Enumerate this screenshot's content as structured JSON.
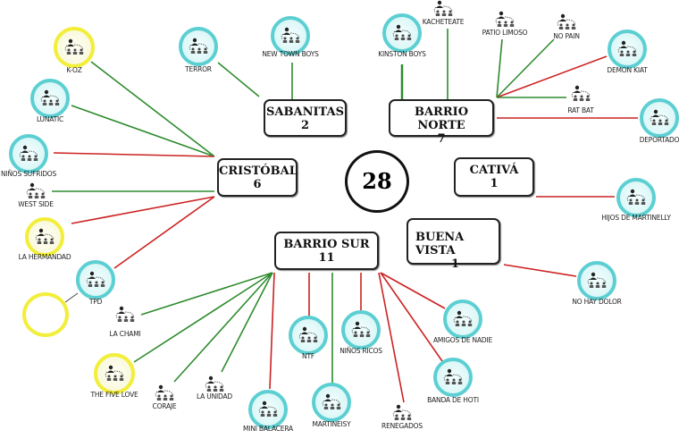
{
  "total": "28",
  "hubs": [
    {
      "id": "sabanitas",
      "name": "SABANITAS",
      "count": "2"
    },
    {
      "id": "barrio_norte",
      "name": "BARRIO NORTE",
      "count": "7"
    },
    {
      "id": "cristobal",
      "name": "CRISTÓBAL",
      "count": "6"
    },
    {
      "id": "cativa",
      "name": "CATIVÁ",
      "count": "1"
    },
    {
      "id": "barrio_sur",
      "name": "BARRIO SUR",
      "count": "11"
    },
    {
      "id": "buena_vista",
      "name": "BUENA VISTA",
      "count": "1"
    }
  ],
  "colors": {
    "alliance": "#2e8b2e",
    "conflict": "#cc2222",
    "cyan": "#5ccfd2",
    "yellow": "#f2ee3a"
  },
  "gangs": [
    {
      "name": "K-OZ",
      "hub": "cristobal",
      "style": "yellow",
      "link": "alliance"
    },
    {
      "name": "LUNATIC",
      "hub": "cristobal",
      "style": "cyan",
      "link": "alliance"
    },
    {
      "name": "NIÑOS SUFRIDOS",
      "hub": "cristobal",
      "style": "cyan",
      "link": "conflict"
    },
    {
      "name": "WEST SIDE",
      "hub": "cristobal",
      "style": "plain",
      "link": "alliance"
    },
    {
      "name": "LA HERMANDAD",
      "hub": "cristobal",
      "style": "yellow",
      "link": "conflict"
    },
    {
      "name": "TPD",
      "hub": "cristobal",
      "style": "cyan",
      "link": "conflict"
    },
    {
      "name": "TERROR",
      "hub": "sabanitas",
      "style": "cyan",
      "link": "alliance"
    },
    {
      "name": "NEW TOWN BOYS",
      "hub": "sabanitas",
      "style": "cyan",
      "link": "alliance"
    },
    {
      "name": "KINSTON BOYS",
      "hub": "barrio_norte",
      "style": "cyan",
      "link": "alliance"
    },
    {
      "name": "KACHETEATE",
      "hub": "barrio_norte",
      "style": "plain",
      "link": "alliance"
    },
    {
      "name": "PATIO LIMOSO",
      "hub": "barrio_norte",
      "style": "plain",
      "link": "alliance"
    },
    {
      "name": "NO PAIN",
      "hub": "barrio_norte",
      "style": "plain",
      "link": "alliance"
    },
    {
      "name": "DEMON KIAT",
      "hub": "barrio_norte",
      "style": "cyan",
      "link": "conflict"
    },
    {
      "name": "RAT BAT",
      "hub": "barrio_norte",
      "style": "plain",
      "link": "alliance"
    },
    {
      "name": "DEPORTADO",
      "hub": "barrio_norte",
      "style": "cyan",
      "link": "conflict"
    },
    {
      "name": "HIJOS DE MARTINELLY",
      "hub": "cativa",
      "style": "cyan",
      "link": "conflict"
    },
    {
      "name": "NO HAY DOLOR",
      "hub": "buena_vista",
      "style": "cyan",
      "link": "conflict"
    },
    {
      "name": "LA CHAMI",
      "hub": "barrio_sur",
      "style": "plain",
      "link": "alliance"
    },
    {
      "name": "THE FIVE LOVE",
      "hub": "barrio_sur",
      "style": "yellow",
      "link": "alliance"
    },
    {
      "name": "CORAJE",
      "hub": "barrio_sur",
      "style": "plain",
      "link": "alliance"
    },
    {
      "name": "LA UNIDAD",
      "hub": "barrio_sur",
      "style": "plain",
      "link": "alliance"
    },
    {
      "name": "MINI BALACERA",
      "hub": "barrio_sur",
      "style": "cyan",
      "link": "conflict"
    },
    {
      "name": "NTF",
      "hub": "barrio_sur",
      "style": "cyan",
      "link": "conflict"
    },
    {
      "name": "MARTINEISY",
      "hub": "barrio_sur",
      "style": "cyan",
      "link": "alliance"
    },
    {
      "name": "NIÑOS RICOS",
      "hub": "barrio_sur",
      "style": "cyan",
      "link": "conflict"
    },
    {
      "name": "RENEGADOS",
      "hub": "barrio_sur",
      "style": "plain",
      "link": "conflict"
    },
    {
      "name": "AMIGOS DE NADIE",
      "hub": "barrio_sur",
      "style": "cyan",
      "link": "conflict"
    },
    {
      "name": "BANDA DE HOTI",
      "hub": "barrio_sur",
      "style": "cyan",
      "link": "conflict"
    }
  ]
}
